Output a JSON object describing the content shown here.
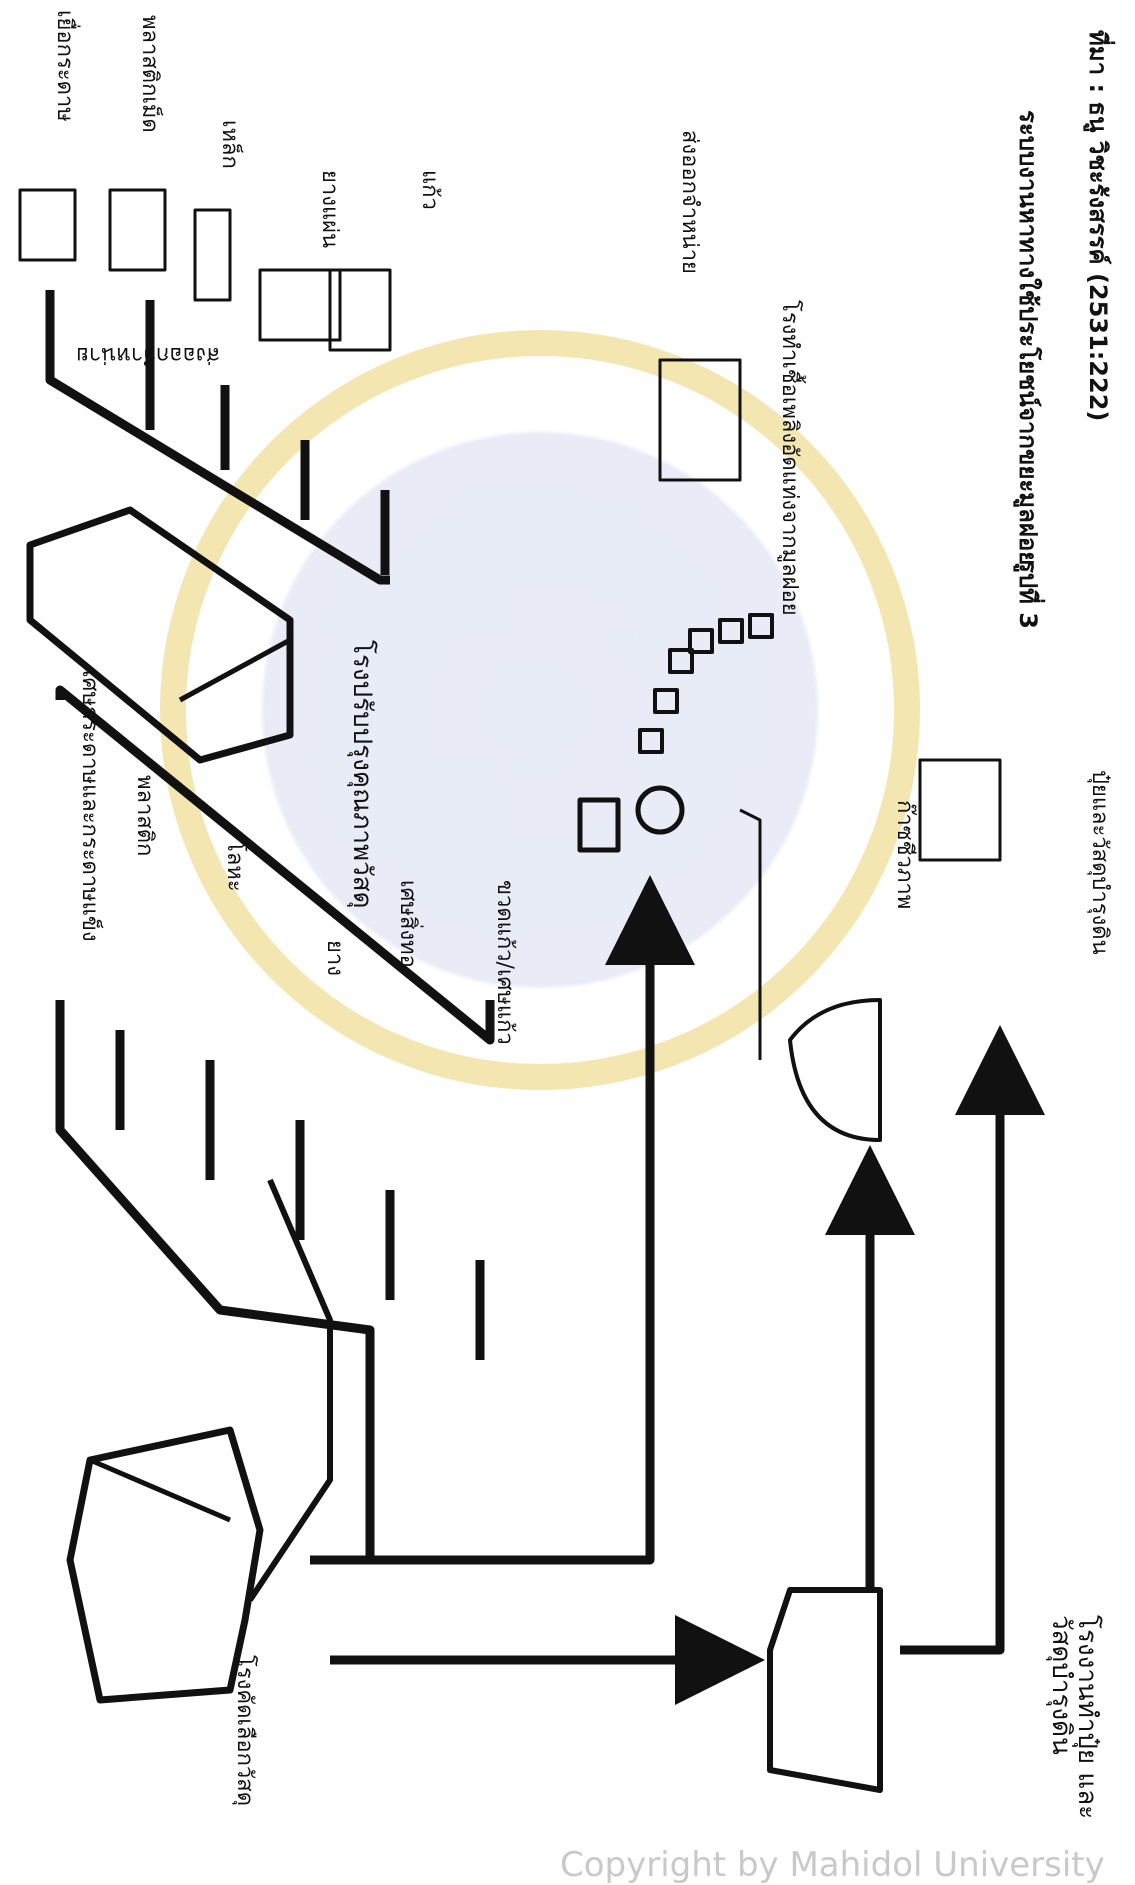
{
  "flow_labels": {
    "sorting_plant": "โรงคัดเลือกวัสดุ",
    "paper_waste": "เศษกระดาษและกระดาษแข็ง",
    "plastic": "พลาสติก",
    "metal": "โลหะ",
    "rubber": "ยาง",
    "fabric": "เศษสิ่งทอ",
    "glass": "ขวดแก้ว/เศษแก้ว",
    "refining_plant": "โรงปรับปรุงคุณภาพวัสดุ",
    "export_top": "ส่งออกจำหน่าย",
    "pulp": "เยื่อกระดาษ",
    "plastic_pellets": "พลาสติกเม็ด",
    "steel": "เหล็ก",
    "rubber_sheet": "ยางแผ่น",
    "glass_product": "แก้ว",
    "biogas": "ก๊าซชีวภาพ",
    "fuel_plant": "โรงทำเชื้อเพลิงอัดแท่งจากมูลฝอย",
    "export_fuel": "ส่งออกจำหน่าย",
    "compost_plant": "โรงงานทำปุ๋ย และวัสดุบำรุงดิน",
    "fertilizer": "ปุ๋ยและวัสดุบำรุงดิน"
  },
  "caption": {
    "figure": "รูปที่ 3",
    "title": "ระบบงานหาทางใช้ประโยชน์จากขยะมูลฝอย",
    "source": "ที่มา : ธนู วิชะรังสรรค์ (2531:222)"
  },
  "watermark": "Copyright by Mahidol University",
  "colors": {
    "line": "#111111",
    "seal_ring": "#f4e6b0",
    "seal_fill": "#e8ebf6",
    "watermark_text": "#c9c9c9"
  }
}
